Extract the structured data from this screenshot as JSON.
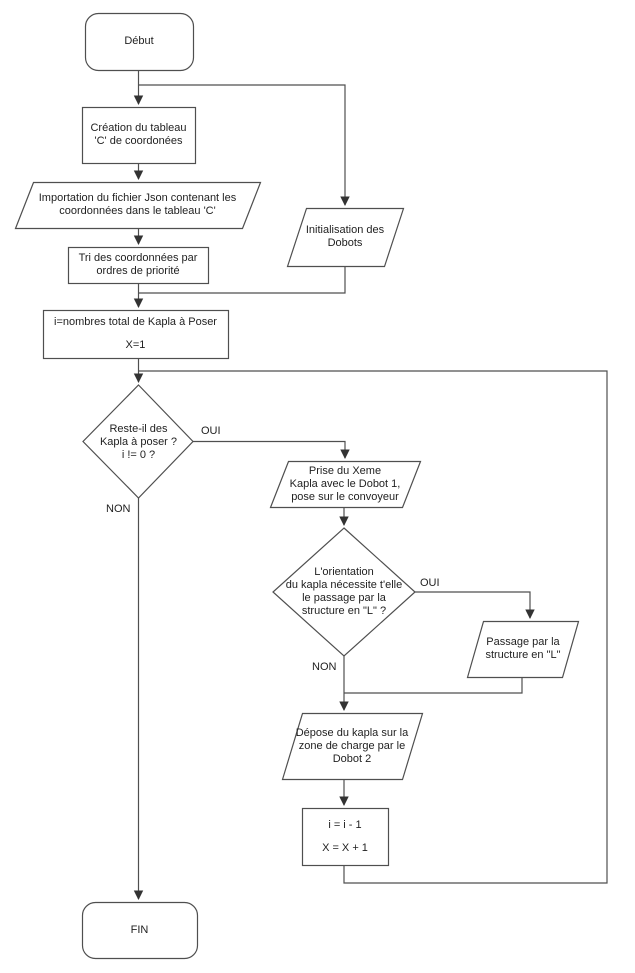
{
  "diagram": {
    "type": "flowchart",
    "language": "fr",
    "colors": {
      "background": "#ffffff",
      "stroke": "#4f4f4f",
      "arrow": "#333333",
      "text": "#1f1f1f"
    },
    "nodes": {
      "start": {
        "shape": "terminator",
        "label": "Début"
      },
      "create_array": {
        "shape": "process",
        "lines": [
          "Création du tableau",
          "'C' de coordonées"
        ]
      },
      "import_json": {
        "shape": "data",
        "lines": [
          "Importation du fichier Json contenant les",
          "coordonnées dans le tableau 'C'"
        ]
      },
      "init_dobots": {
        "shape": "data",
        "lines": [
          "Initialisation des",
          "Dobots"
        ]
      },
      "sort_coords": {
        "shape": "process",
        "lines": [
          "Tri des coordonnées par",
          "ordres de priorité"
        ]
      },
      "init_vars": {
        "shape": "process",
        "lines": [
          "i=nombres total de Kapla à Poser",
          "X=1"
        ]
      },
      "decision_kapla_left": {
        "shape": "decision",
        "lines": [
          "Reste-il des",
          "Kapla à poser ?",
          "i != 0 ?"
        ]
      },
      "pick_kapla": {
        "shape": "data",
        "lines": [
          "Prise du Xeme",
          "Kapla avec le Dobot 1,",
          "pose sur le convoyeur"
        ]
      },
      "decision_orientation": {
        "shape": "decision",
        "lines": [
          "L'orientation",
          "du kapla nécessite t'elle",
          "le passage par la",
          "structure en \"L\" ?"
        ]
      },
      "passage_l": {
        "shape": "data",
        "lines": [
          "Passage par la",
          "structure en \"L\""
        ]
      },
      "depose_kapla": {
        "shape": "data",
        "lines": [
          "Dépose du kapla sur la",
          "zone de charge par le",
          "Dobot 2"
        ]
      },
      "increment": {
        "shape": "process",
        "lines": [
          "i = i - 1",
          "X = X + 1"
        ]
      },
      "end": {
        "shape": "terminator",
        "label": "FIN"
      }
    },
    "edge_labels": {
      "decision1_yes": "OUI",
      "decision1_no": "NON",
      "decision2_yes": "OUI",
      "decision2_no": "NON"
    }
  }
}
